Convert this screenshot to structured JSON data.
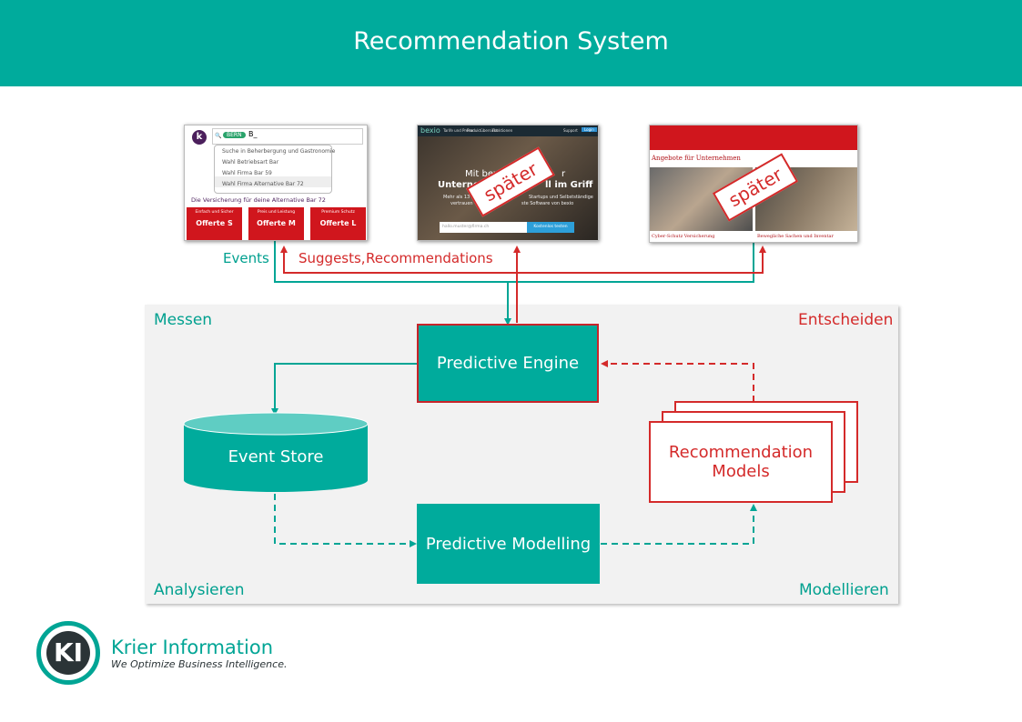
{
  "header": {
    "title": "Recommendation System"
  },
  "panel": {
    "top_left": "Messen",
    "top_right": "Entscheiden",
    "bottom_left": "Analysieren",
    "bottom_right": "Modellieren"
  },
  "nodes": {
    "predictive_engine": "Predictive Engine",
    "event_store": "Event Store",
    "predictive_modelling": "Predictive Modelling",
    "recommendation_models": "Recommendation Models"
  },
  "edges": {
    "events": "Events",
    "suggests": "Suggests,",
    "recommendations": "Recommendations"
  },
  "screenshot1": {
    "search_tag": "BERN",
    "search_query": "B_",
    "suggestions": [
      "Suche in Beherbergung und Gastronomie",
      "Wahl Betriebsart Bar",
      "Wahl Firma Bar 59",
      "Wahl Firma Alternative Bar 72"
    ],
    "headline": "Die Versicherung für deine Alternative Bar 72",
    "offers": [
      {
        "sub": "Einfach und Sicher",
        "label": "Offerte S"
      },
      {
        "sub": "Preis und Leistung",
        "label": "Offerte M"
      },
      {
        "sub": "Premium Schutz",
        "label": "Offerte L"
      }
    ]
  },
  "screenshot2": {
    "brand": "bexio",
    "nav": [
      "Tarife und Preise",
      "Produktübersicht",
      "Funktionen"
    ],
    "nav_right": [
      "Support",
      "Login"
    ],
    "hero1": "Mit bexio",
    "hero2": "Unterneh",
    "hero3": "r",
    "hero4": "ll im Griff",
    "sub1": "Mehr als 13'000",
    "sub2": "Startups und Selbstständige",
    "sub3": "vertrauen",
    "sub4": "ste Software von bexio",
    "email_placeholder": "hallo.muster@firma.ch",
    "cta": "Kostenlos testen",
    "stamp": "später"
  },
  "screenshot3": {
    "title": "Angebote für Unternehmen",
    "caption_left": "Cyber-Schutz Versicherung",
    "caption_right": "Bewegliche Sachen und Inventar",
    "stamp": "später"
  },
  "logo": {
    "mark": "KI",
    "company": "Krier Information",
    "tagline": "We Optimize Business Intelligence."
  },
  "colors": {
    "teal": "#00ab9c",
    "red": "#d42a2a"
  }
}
